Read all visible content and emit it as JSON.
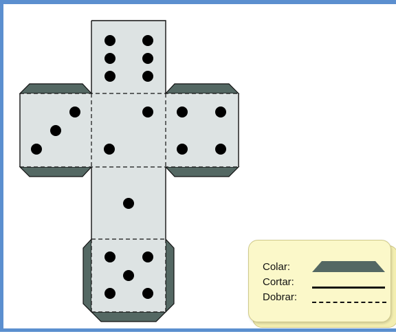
{
  "colors": {
    "face": "#dde3e3",
    "tab": "#546863",
    "pip": "#000000",
    "frame": "#5b8fcf",
    "legend_bg": "#fbf8c9"
  },
  "faces": [
    {
      "id": "top",
      "pips": 6
    },
    {
      "id": "left",
      "pips": 3
    },
    {
      "id": "center",
      "pips": 2
    },
    {
      "id": "right",
      "pips": 4
    },
    {
      "id": "middle",
      "pips": 1
    },
    {
      "id": "bottom",
      "pips": 5
    }
  ],
  "legend": {
    "glue_label": "Colar:",
    "cut_label": "Cortar:",
    "fold_label": "Dobrar:"
  }
}
